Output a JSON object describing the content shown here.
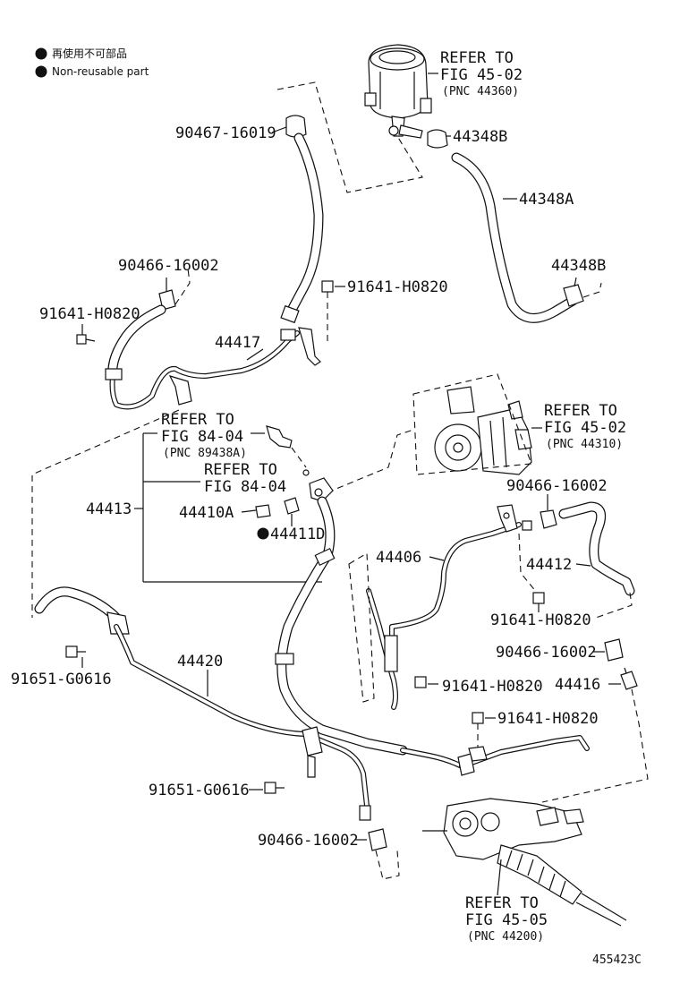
{
  "legend": {
    "jp_text": "再使用不可部品",
    "en_text": "Non-reusable part"
  },
  "labels": {
    "reservoir_ref_1": "REFER TO",
    "reservoir_ref_2": "FIG 45-02",
    "reservoir_ref_3": "(PNC 44360)",
    "p_44348B_top": "44348B",
    "p_44348A": "44348A",
    "p_44348B_bot": "44348B",
    "p_90467_16019": "90467-16019",
    "p_90466_16002_a": "90466-16002",
    "p_91641_H0820_a": "91641-H0820",
    "p_91641_H0820_b": "91641-H0820",
    "p_44417": "44417",
    "pump_ref_1": "REFER TO",
    "pump_ref_2": "FIG 45-02",
    "pump_ref_3": "(PNC 44310)",
    "sw_ref_1": "REFER TO",
    "sw_ref_2": "FIG 84-04",
    "sw_ref_3": "(PNC 89438A)",
    "sw2_ref_1": "REFER TO",
    "sw2_ref_2": "FIG 84-04",
    "p_44413": "44413",
    "p_44410A": "44410A",
    "p_44411D": "44411D",
    "p_90466_16002_b": "90466-16002",
    "p_44406": "44406",
    "p_44412": "44412",
    "p_91641_H0820_c": "91641-H0820",
    "p_90466_16002_c": "90466-16002",
    "p_44416": "44416",
    "p_91641_H0820_d": "91641-H0820",
    "p_91641_H0820_e": "91641-H0820",
    "p_44420": "44420",
    "p_91651_G0616_a": "91651-G0616",
    "p_91651_G0616_b": "91651-G0616",
    "p_90466_16002_d": "90466-16002",
    "gear_ref_1": "REFER TO",
    "gear_ref_2": "FIG 45-05",
    "gear_ref_3": "(PNC 44200)",
    "diagram_id": "455423C"
  },
  "colors": {
    "ink": "#111111",
    "paper": "#ffffff"
  }
}
